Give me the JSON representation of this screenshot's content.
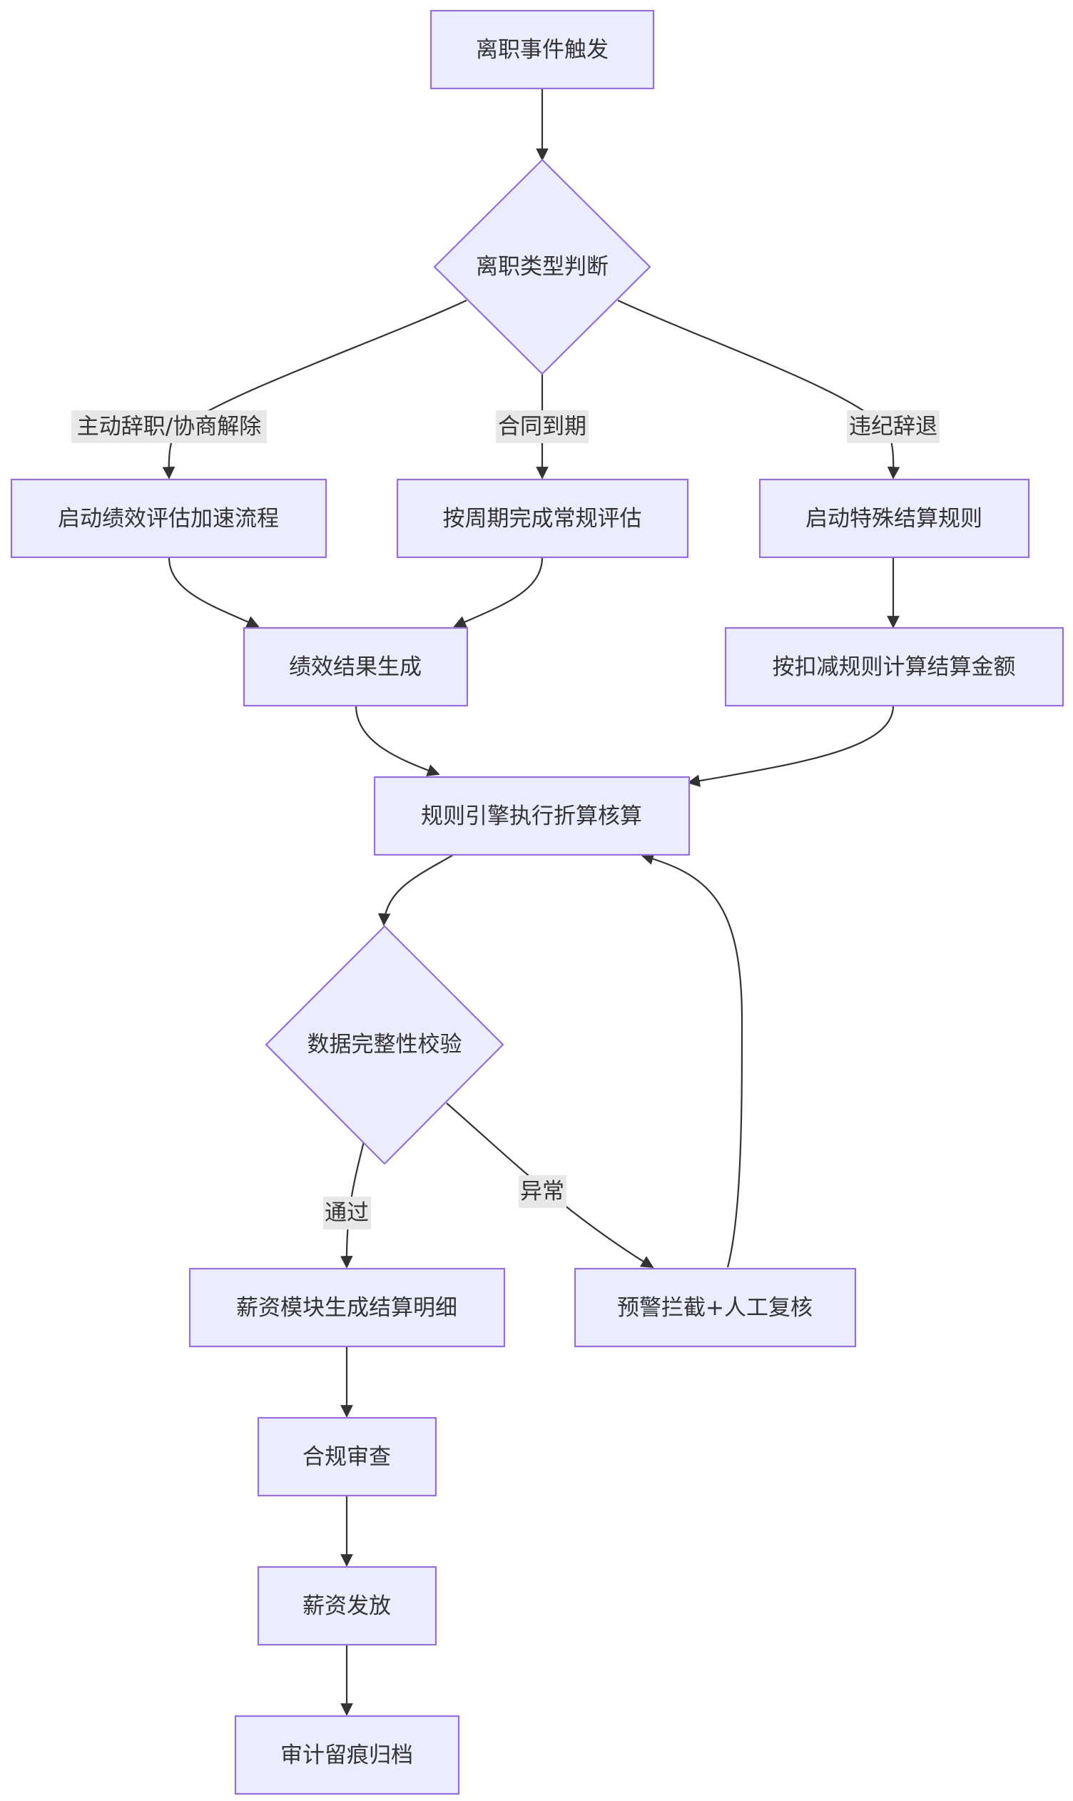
{
  "nodes": {
    "start": "离职事件触发",
    "type_check": "离职类型判断",
    "perf_accel": "启动绩效评估加速流程",
    "perf_regular": "按周期完成常规评估",
    "special_rule": "启动特殊结算规则",
    "perf_result": "绩效结果生成",
    "deduct_calc": "按扣减规则计算结算金额",
    "rule_engine": "规则引擎执行折算核算",
    "integrity_check": "数据完整性校验",
    "payroll_detail": "薪资模块生成结算明细",
    "alert_review": "预警拦截+人工复核",
    "compliance": "合规审查",
    "salary_pay": "薪资发放",
    "audit_archive": "审计留痕归档"
  },
  "edge_labels": {
    "voluntary": "主动辞职/协商解除",
    "contract_end": "合同到期",
    "dismissal": "违纪辞退",
    "pass": "通过",
    "abnormal": "异常"
  },
  "colors": {
    "node_fill": "#ECECFF",
    "node_stroke": "#9370DB",
    "edge": "#333333",
    "label_bg": "#e8e8e8"
  }
}
